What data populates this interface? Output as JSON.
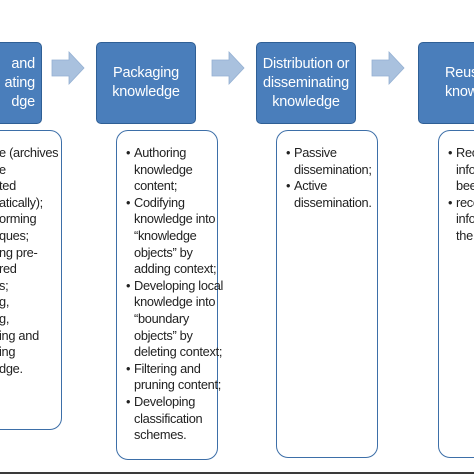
{
  "stages": [
    {
      "lines": [
        "and",
        "ating",
        "dge"
      ]
    },
    {
      "lines": [
        "Packaging",
        "knowledge"
      ]
    },
    {
      "lines": [
        "Distribution or",
        "disseminating",
        "knowledge"
      ]
    },
    {
      "lines": [
        "Reus",
        "knowle"
      ]
    }
  ],
  "lists": [
    {
      "items": [
        {
          "bullet": false,
          "lines": [
            "e (archives",
            "e",
            "ted",
            "atically);"
          ]
        },
        {
          "bullet": false,
          "lines": [
            "orming",
            "ques;"
          ]
        },
        {
          "bullet": false,
          "lines": [
            "ng pre-",
            "red",
            "s;"
          ]
        },
        {
          "bullet": false,
          "lines": [
            "g,"
          ]
        },
        {
          "bullet": false,
          "lines": [
            "g,"
          ]
        },
        {
          "bullet": false,
          "lines": [
            "ing and",
            "ing",
            "dge."
          ]
        }
      ]
    },
    {
      "items": [
        {
          "bullet": true,
          "lines": [
            "Authoring",
            "knowledge",
            "content;"
          ]
        },
        {
          "bullet": true,
          "lines": [
            "Codifying",
            "knowledge into",
            "“knowledge",
            "objects” by",
            "adding context;"
          ]
        },
        {
          "bullet": true,
          "lines": [
            "Developing local",
            "knowledge into",
            "“boundary",
            "objects” by",
            "deleting context;"
          ]
        },
        {
          "bullet": true,
          "lines": [
            "Filtering and",
            "pruning content;"
          ]
        },
        {
          "bullet": true,
          "lines": [
            "Developing",
            "classification",
            "schemes."
          ]
        }
      ]
    },
    {
      "items": [
        {
          "bullet": true,
          "lines": [
            "Passive",
            "dissemination;"
          ]
        },
        {
          "bullet": true,
          "lines": [
            "Active",
            "dissemination."
          ]
        }
      ]
    },
    {
      "items": [
        {
          "bullet": true,
          "lines": [
            "Reca",
            "infor",
            "been"
          ]
        },
        {
          "bullet": true,
          "lines": [
            "recog",
            "infor",
            "the u"
          ]
        }
      ]
    }
  ],
  "colors": {
    "stage_fill": "#4a7ebb",
    "stage_border": "#2f5f95",
    "arrow_fill": "#a9c1de",
    "list_border": "#3d6fa8",
    "text": "#222222"
  }
}
